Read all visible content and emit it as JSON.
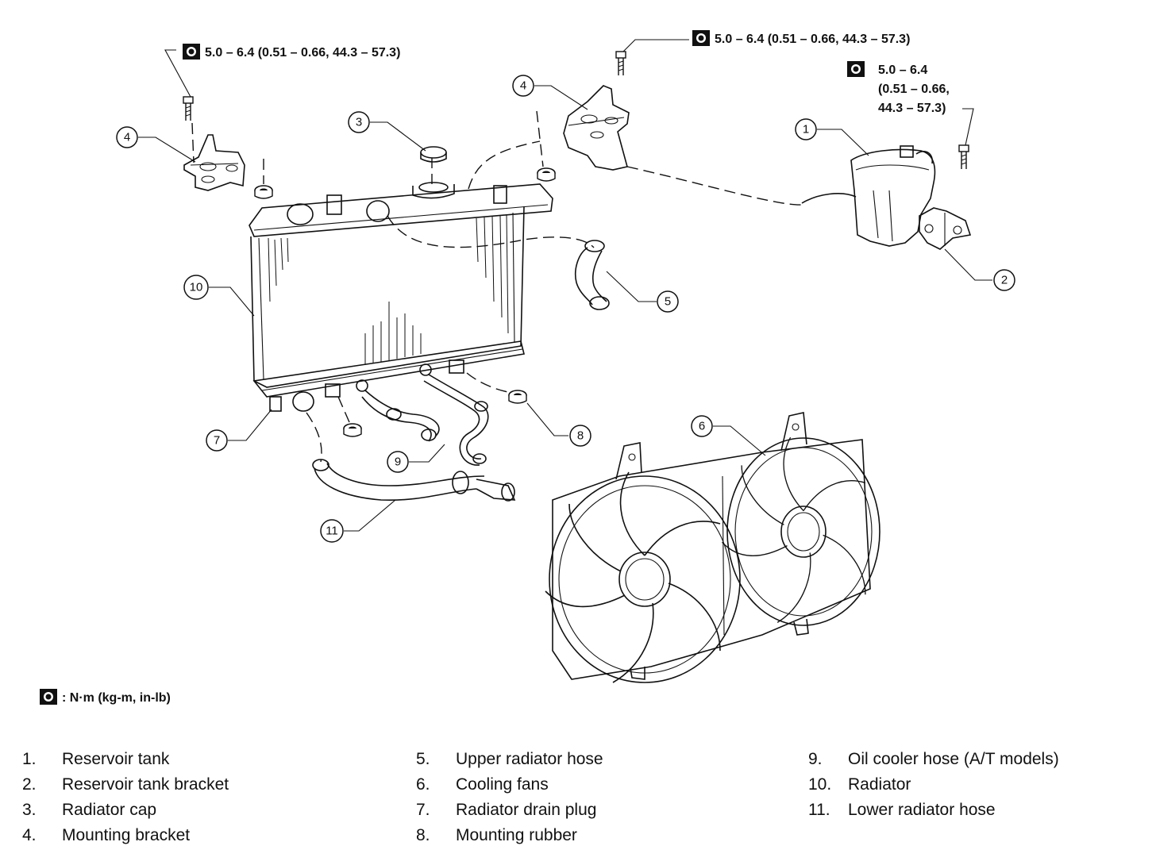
{
  "torque": {
    "bracket_left": "5.0 – 6.4 (0.51 – 0.66, 44.3 – 57.3)",
    "bracket_right": "5.0 – 6.4 (0.51 – 0.66, 44.3 – 57.3)",
    "tank_line1": "5.0 – 6.4",
    "tank_line2": "(0.51 – 0.66,",
    "tank_line3": "44.3 – 57.3)"
  },
  "units_note": ": N·m (kg-m, in-lb)",
  "callouts": {
    "c1": "1",
    "c2": "2",
    "c3": "3",
    "c4a": "4",
    "c4b": "4",
    "c5": "5",
    "c6": "6",
    "c7": "7",
    "c8": "8",
    "c9": "9",
    "c10": "10",
    "c11": "11"
  },
  "legend": [
    {
      "num": "1.",
      "text": "Reservoir tank"
    },
    {
      "num": "2.",
      "text": "Reservoir tank bracket"
    },
    {
      "num": "3.",
      "text": "Radiator cap"
    },
    {
      "num": "4.",
      "text": "Mounting bracket"
    },
    {
      "num": "5.",
      "text": "Upper radiator hose"
    },
    {
      "num": "6.",
      "text": "Cooling fans"
    },
    {
      "num": "7.",
      "text": "Radiator drain plug"
    },
    {
      "num": "8.",
      "text": "Mounting rubber"
    },
    {
      "num": "9.",
      "text": "Oil cooler hose (A/T models)"
    },
    {
      "num": "10.",
      "text": "Radiator"
    },
    {
      "num": "11.",
      "text": "Lower radiator hose"
    }
  ]
}
